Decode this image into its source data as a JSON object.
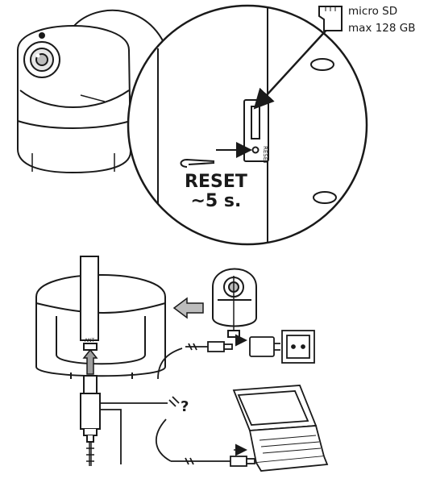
{
  "labels": {
    "microsd_line1": "micro SD",
    "microsd_line2": "max 128 GB",
    "reset_line1": "RESET",
    "reset_line2": "~5 s.",
    "reset_slot_label": "RESET",
    "question": "?",
    "antenna_label": "ANT"
  },
  "icons": {
    "sd_card": "microsd-card-icon",
    "pin": "reset-pin-icon",
    "plug": "usb-plug-icon",
    "adapter": "power-adapter-icon",
    "socket": "wall-socket-icon",
    "laptop": "laptop-icon"
  },
  "colors": {
    "line": "#1a1a1a",
    "shade": "#bdbdbd",
    "arrow_fill": "#9e9e9e"
  }
}
